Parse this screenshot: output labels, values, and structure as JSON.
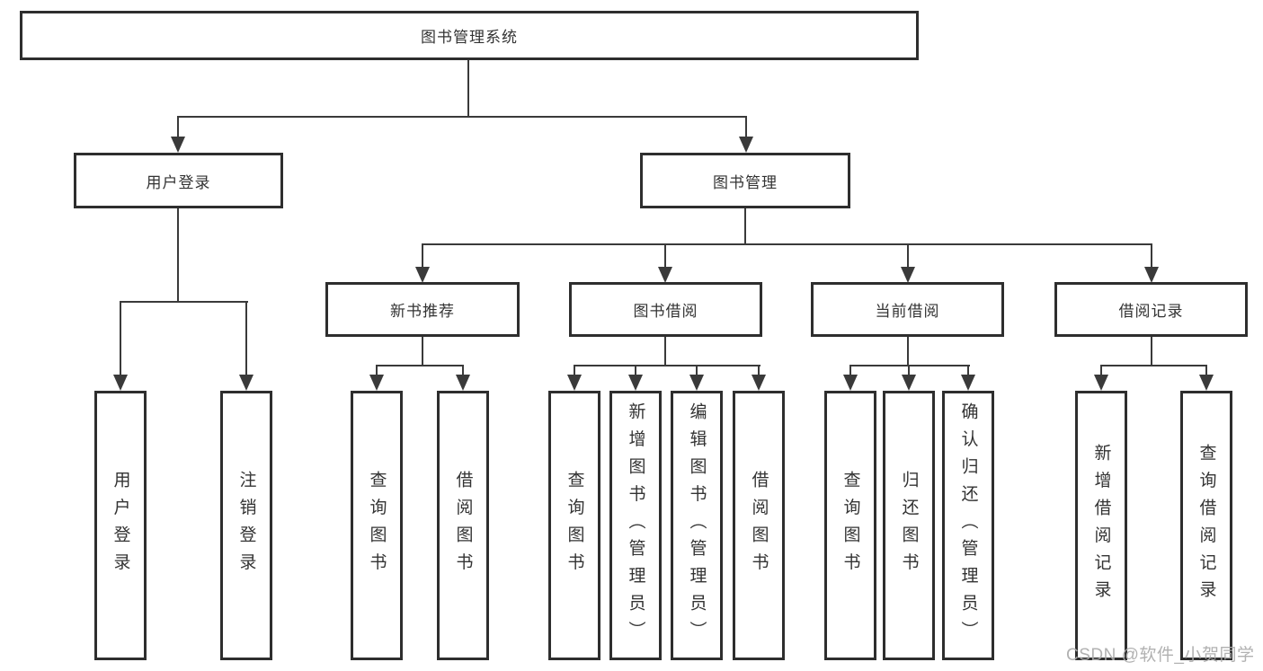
{
  "colors": {
    "line": "#3a3a3a",
    "box_border": "#2e2e2e",
    "text": "#333333",
    "watermark": "#ababab",
    "background": "#ffffff"
  },
  "tree": {
    "root": {
      "label": "图书管理系统"
    },
    "branches": [
      {
        "label": "用户登录",
        "children": [
          {
            "label": "用户登录"
          },
          {
            "label": "注销登录"
          }
        ]
      },
      {
        "label": "图书管理",
        "children": [
          {
            "label": "新书推荐",
            "children": [
              {
                "label": "查询图书"
              },
              {
                "label": "借阅图书"
              }
            ]
          },
          {
            "label": "图书借阅",
            "children": [
              {
                "label": "查询图书"
              },
              {
                "label": "新增图书（管理员）"
              },
              {
                "label": "编辑图书（管理员）"
              },
              {
                "label": "借阅图书"
              }
            ]
          },
          {
            "label": "当前借阅",
            "children": [
              {
                "label": "查询图书"
              },
              {
                "label": "归还图书"
              },
              {
                "label": "确认归还（管理员）"
              }
            ]
          },
          {
            "label": "借阅记录",
            "children": [
              {
                "label": "新增借阅记录"
              },
              {
                "label": "查询借阅记录"
              }
            ]
          }
        ]
      }
    ]
  },
  "watermark": {
    "text": "CSDN @软件_小贺同学"
  }
}
